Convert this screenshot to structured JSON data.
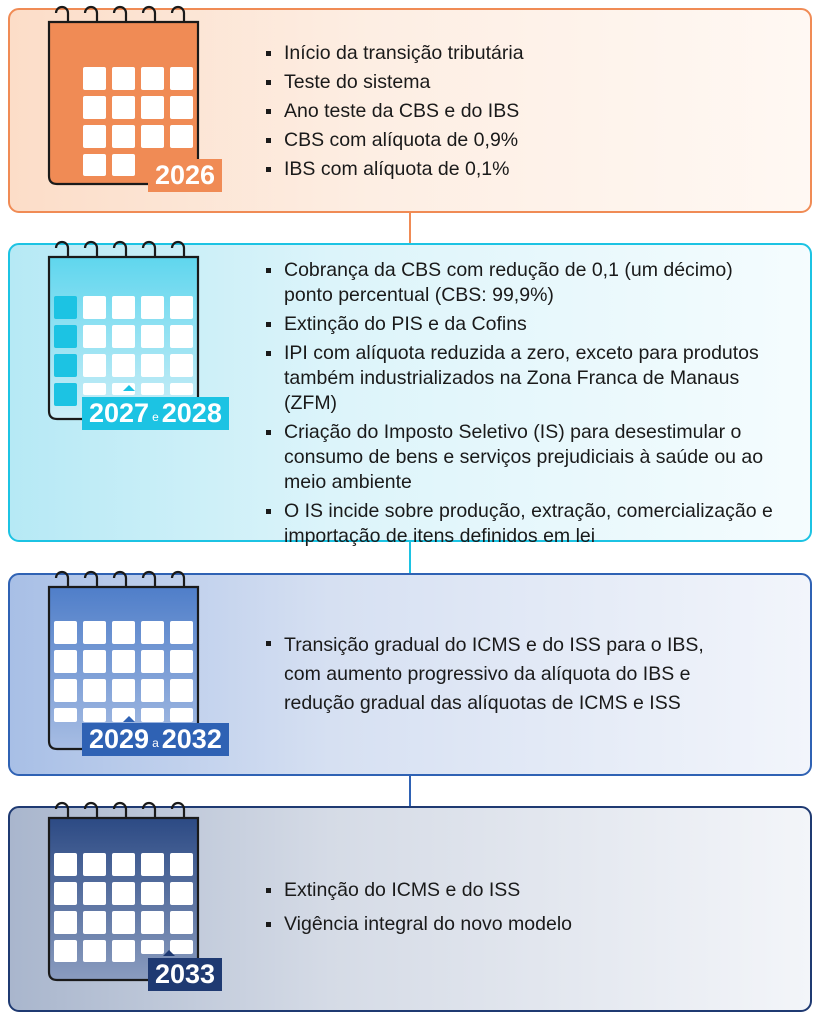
{
  "palette": {
    "orange": "#f08b55",
    "cyan": "#1cc3e3",
    "blue": "#2f62b4",
    "navy": "#1f3a72"
  },
  "stages": [
    {
      "id": "2026",
      "badge": {
        "start": "2026",
        "sep": "",
        "end": ""
      },
      "calendar_icon": "calendar-icon",
      "items": [
        "Início da transição tributária",
        "Teste do sistema",
        "Ano teste da CBS e do IBS",
        "CBS com alíquota de 0,9%",
        "IBS com alíquota de 0,1%"
      ]
    },
    {
      "id": "2027-2028",
      "badge": {
        "start": "2027",
        "sep": "e",
        "end": "2028"
      },
      "calendar_icon": "calendar-icon",
      "items": [
        "Cobrança da CBS com redução de 0,1 (um décimo) ponto percentual (CBS: 99,9%)",
        "Extinção do PIS e da Cofins",
        "IPI com alíquota reduzida a zero, exceto para produtos também industrializados na Zona Franca de Manaus (ZFM)",
        "Criação do Imposto Seletivo (IS) para desestimular o consumo de bens e serviços prejudiciais à saúde ou ao meio ambiente",
        "O IS incide sobre produção, extração, comercialização e importação de itens definidos em lei"
      ]
    },
    {
      "id": "2029-2032",
      "badge": {
        "start": "2029",
        "sep": "a",
        "end": "2032"
      },
      "calendar_icon": "calendar-icon",
      "items": [
        "Transição gradual do ICMS e do ISS para o IBS, com aumento progressivo da alíquota do IBS e redução gradual das alíquotas de ICMS e ISS"
      ]
    },
    {
      "id": "2033",
      "badge": {
        "start": "2033",
        "sep": "",
        "end": ""
      },
      "calendar_icon": "calendar-icon",
      "items": [
        "Extinção do ICMS e do ISS",
        "Vigência integral do novo modelo"
      ]
    }
  ]
}
